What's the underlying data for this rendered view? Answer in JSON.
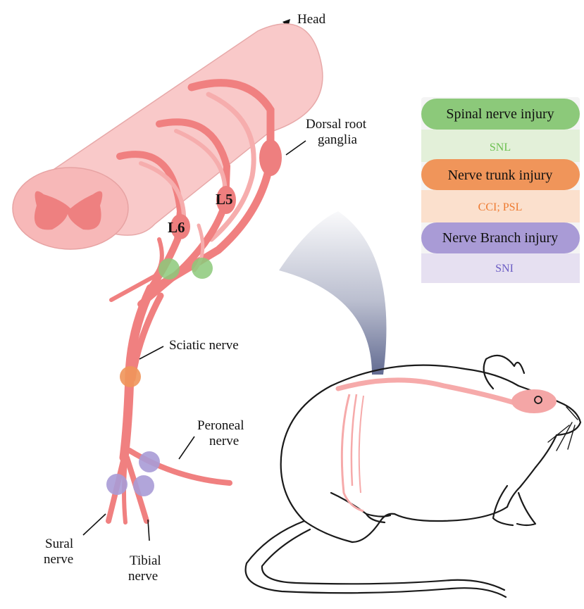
{
  "labels": {
    "head": "Head",
    "drg_line1": "Dorsal root",
    "drg_line2": "ganglia",
    "l5": "L5",
    "l6": "L6",
    "sciatic": "Sciatic nerve",
    "peroneal_line1": "Peroneal",
    "peroneal_line2": "nerve",
    "sural_line1": "Sural",
    "sural_line2": "nerve",
    "tibial_line1": "Tibial",
    "tibial_line2": "nerve"
  },
  "legend": {
    "spinal": {
      "title": "Spinal nerve injury",
      "model": "SNL"
    },
    "trunk": {
      "title": "Nerve trunk injury",
      "model": "CCI; PSL"
    },
    "branch": {
      "title": "Nerve Branch injury",
      "model": "SNI"
    }
  },
  "colors": {
    "nerve": "#f08080",
    "cord": "#f9c9c9",
    "grey_matter": "#ee8080",
    "spinal_green": "#8cc97a",
    "spinal_bg": "#e3f0d9",
    "spinal_text": "#6bbf4f",
    "trunk_orange": "#f0955a",
    "trunk_bg": "#fbe0cd",
    "trunk_text": "#ee7a30",
    "branch_purple": "#a99bd6",
    "branch_bg": "#e6e0f1",
    "branch_text": "#6a5bc4",
    "rat_outline": "#1a1a1a",
    "beam": "#3c4777"
  }
}
